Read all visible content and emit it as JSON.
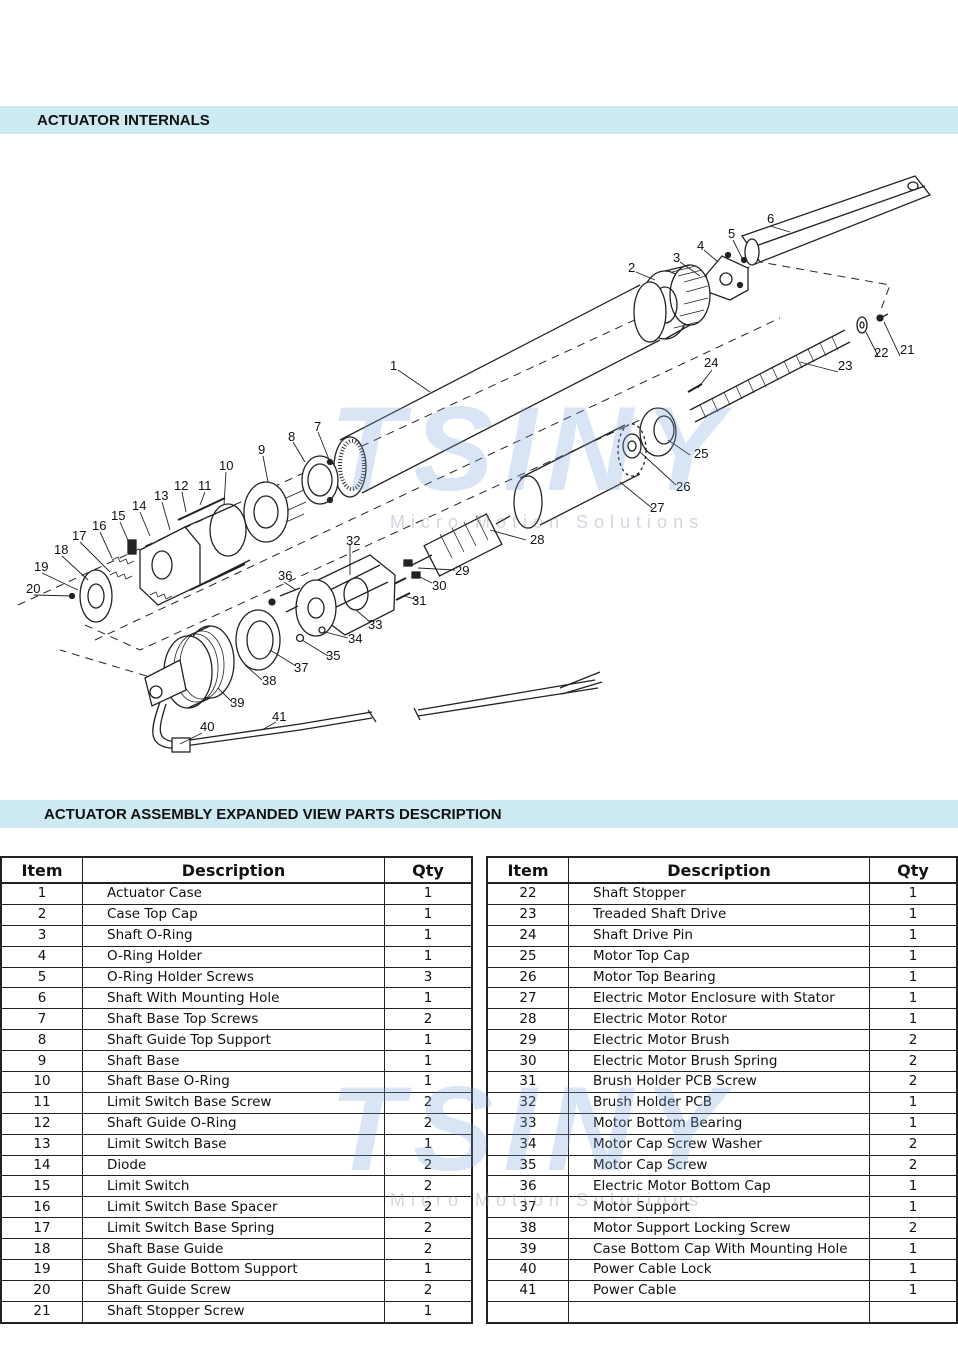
{
  "sections": {
    "internals_title": "ACTUATOR INTERNALS",
    "parts_title": "ACTUATOR ASSEMBLY EXPANDED VIEW PARTS DESCRIPTION"
  },
  "watermark": {
    "brand": "TSINY",
    "tagline": "Micro Motion Solutions"
  },
  "callouts": [
    "1",
    "2",
    "3",
    "4",
    "5",
    "6",
    "7",
    "8",
    "9",
    "10",
    "11",
    "12",
    "13",
    "14",
    "15",
    "16",
    "17",
    "18",
    "19",
    "20",
    "21",
    "22",
    "23",
    "24",
    "25",
    "26",
    "27",
    "28",
    "29",
    "30",
    "31",
    "32",
    "33",
    "34",
    "35",
    "36",
    "37",
    "38",
    "39",
    "40",
    "41"
  ],
  "table": {
    "headers": {
      "item": "Item",
      "description": "Description",
      "qty": "Qty"
    },
    "left": [
      {
        "item": "1",
        "description": "Actuator Case",
        "qty": "1"
      },
      {
        "item": "2",
        "description": "Case Top Cap",
        "qty": "1"
      },
      {
        "item": "3",
        "description": "Shaft O-Ring",
        "qty": "1"
      },
      {
        "item": "4",
        "description": "O-Ring Holder",
        "qty": "1"
      },
      {
        "item": "5",
        "description": "O-Ring Holder Screws",
        "qty": "3"
      },
      {
        "item": "6",
        "description": "Shaft With Mounting Hole",
        "qty": "1"
      },
      {
        "item": "7",
        "description": "Shaft Base Top Screws",
        "qty": "2"
      },
      {
        "item": "8",
        "description": "Shaft Guide Top Support",
        "qty": "1"
      },
      {
        "item": "9",
        "description": "Shaft Base",
        "qty": "1"
      },
      {
        "item": "10",
        "description": "Shaft Base O-Ring",
        "qty": "1"
      },
      {
        "item": "11",
        "description": "Limit Switch Base Screw",
        "qty": "2"
      },
      {
        "item": "12",
        "description": "Shaft Guide O-Ring",
        "qty": "2"
      },
      {
        "item": "13",
        "description": "Limit Switch Base",
        "qty": "1"
      },
      {
        "item": "14",
        "description": "Diode",
        "qty": "2"
      },
      {
        "item": "15",
        "description": "Limit Switch",
        "qty": "2"
      },
      {
        "item": "16",
        "description": "Limit Switch Base Spacer",
        "qty": "2"
      },
      {
        "item": "17",
        "description": "Limit Switch Base Spring",
        "qty": "2"
      },
      {
        "item": "18",
        "description": "Shaft Base Guide",
        "qty": "2"
      },
      {
        "item": "19",
        "description": "Shaft Guide Bottom Support",
        "qty": "1"
      },
      {
        "item": "20",
        "description": "Shaft Guide Screw",
        "qty": "2"
      },
      {
        "item": "21",
        "description": "Shaft Stopper Screw",
        "qty": "1"
      }
    ],
    "right": [
      {
        "item": "22",
        "description": "Shaft Stopper",
        "qty": "1"
      },
      {
        "item": "23",
        "description": "Treaded Shaft Drive",
        "qty": "1"
      },
      {
        "item": "24",
        "description": "Shaft Drive Pin",
        "qty": "1"
      },
      {
        "item": "25",
        "description": "Motor Top Cap",
        "qty": "1"
      },
      {
        "item": "26",
        "description": "Motor Top Bearing",
        "qty": "1"
      },
      {
        "item": "27",
        "description": "Electric Motor Enclosure with Stator",
        "qty": "1"
      },
      {
        "item": "28",
        "description": "Electric Motor Rotor",
        "qty": "1"
      },
      {
        "item": "29",
        "description": "Electric Motor Brush",
        "qty": "2"
      },
      {
        "item": "30",
        "description": "Electric Motor Brush Spring",
        "qty": "2"
      },
      {
        "item": "31",
        "description": "Brush Holder PCB Screw",
        "qty": "2"
      },
      {
        "item": "32",
        "description": "Brush Holder PCB",
        "qty": "1"
      },
      {
        "item": "33",
        "description": "Motor Bottom Bearing",
        "qty": "1"
      },
      {
        "item": "34",
        "description": "Motor Cap Screw Washer",
        "qty": "2"
      },
      {
        "item": "35",
        "description": "Motor Cap Screw",
        "qty": "2"
      },
      {
        "item": "36",
        "description": "Electric Motor Bottom Cap",
        "qty": "1"
      },
      {
        "item": "37",
        "description": "Motor Support",
        "qty": "1"
      },
      {
        "item": "38",
        "description": "Motor Support Locking Screw",
        "qty": "2"
      },
      {
        "item": "39",
        "description": "Case Bottom Cap With Mounting Hole",
        "qty": "1"
      },
      {
        "item": "40",
        "description": "Power Cable Lock",
        "qty": "1"
      },
      {
        "item": "41",
        "description": "Power Cable",
        "qty": "1"
      },
      {
        "item": "",
        "description": "",
        "qty": ""
      }
    ]
  }
}
